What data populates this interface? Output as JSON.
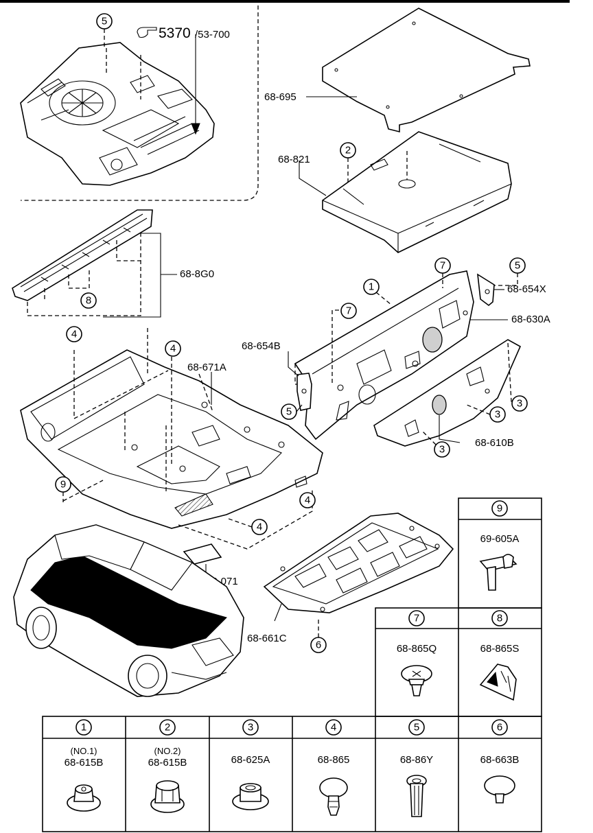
{
  "page": {
    "title": ""
  },
  "callouts": {
    "c5_top": "5",
    "c2": "2",
    "c7_a": "7",
    "c5_b": "5",
    "c1": "1",
    "c7_b": "7",
    "c8": "8",
    "c4_a": "4",
    "c4_b": "4",
    "c5_c": "5",
    "c3_a": "3",
    "c3_b": "3",
    "c3_c": "3",
    "c9": "9",
    "c4_c": "4",
    "c4_d": "4",
    "c6": "6"
  },
  "labels": {
    "ref_main": "5370",
    "ref_sub": "/53-700",
    "p68_695": "68-695",
    "p68_821": "68-821",
    "p68_8G0": "68-8G0",
    "p68_654X": "68-654X",
    "p68_630A": "68-630A",
    "p68_654B": "68-654B",
    "p68_671A": "68-671A",
    "p68_610B": "68-610B",
    "p76_071": "76-071",
    "p68_661C": "68-661C"
  },
  "legend": {
    "right_cells": [
      {
        "num": "9",
        "part": "69-605A"
      },
      {
        "num": "7",
        "part": "68-865Q"
      },
      {
        "num": "8",
        "part": "68-865S"
      }
    ],
    "bottom_cells": [
      {
        "num": "1",
        "note": "(NO.1)",
        "part": "68-615B"
      },
      {
        "num": "2",
        "note": "(NO.2)",
        "part": "68-615B"
      },
      {
        "num": "3",
        "note": "",
        "part": "68-625A"
      },
      {
        "num": "4",
        "note": "",
        "part": "68-865"
      },
      {
        "num": "5",
        "note": "",
        "part": "68-86Y"
      },
      {
        "num": "6",
        "note": "",
        "part": "68-663B"
      }
    ]
  }
}
